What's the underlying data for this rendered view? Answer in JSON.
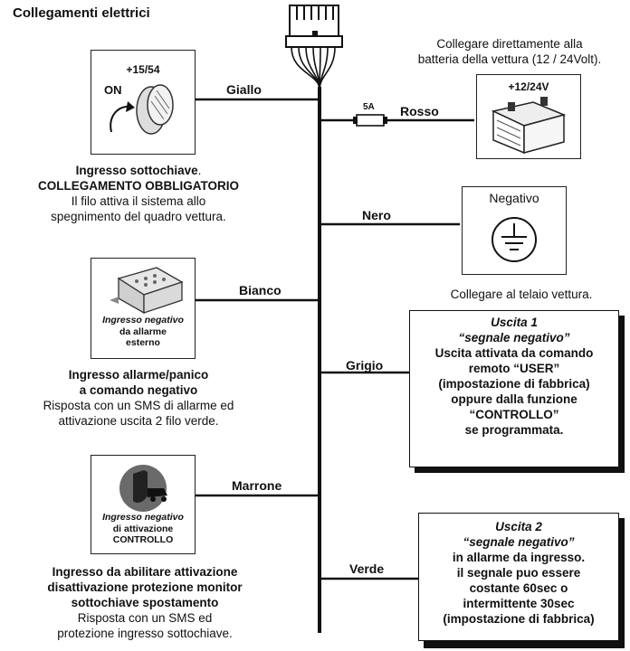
{
  "title": "Collegamenti elettrici",
  "wires": {
    "giallo": "Giallo",
    "rosso": "Rosso",
    "nero": "Nero",
    "bianco": "Bianco",
    "grigio": "Grigio",
    "marrone": "Marrone",
    "verde": "Verde"
  },
  "fuse_label": "5A",
  "ignition": {
    "label_top": "+15/54",
    "label_on": "ON",
    "caption_line1": "Ingresso sottochiave",
    "caption_dot": ".",
    "caption_line2": "COLLEGAMENTO OBBLIGATORIO",
    "caption_line3": "Il filo attiva il sistema allo",
    "caption_line4": "spegnimento del quadro vettura."
  },
  "battery": {
    "note_line1": "Collegare direttamente alla",
    "note_line2": "batteria della vettura (12 / 24Volt).",
    "label": "+12/24V"
  },
  "ground": {
    "label": "Negativo",
    "note": "Collegare al telaio vettura."
  },
  "alarm_input": {
    "box_line1": "Ingresso negativo",
    "box_line2": "da allarme",
    "box_line3": "esterno",
    "caption_line1": "Ingresso allarme/panico",
    "caption_line2": "a comando negativo",
    "caption_line3": "Risposta con un SMS di allarme ed",
    "caption_line4": "attivazione uscita 2 filo verde."
  },
  "control_input": {
    "box_line1": "Ingresso negativo",
    "box_line2": "di attivazione",
    "box_line3": "CONTROLLO",
    "caption_line1": "Ingresso da abilitare attivazione",
    "caption_line2": "disattivazione protezione monitor",
    "caption_line3": "sottochiave spostamento",
    "caption_line4": "Risposta con un SMS ed",
    "caption_line5": "protezione ingresso sottochiave."
  },
  "output1": {
    "line1": "Uscita 1",
    "line2": "“segnale negativo”",
    "line3": "Uscita attivata da comando",
    "line4": "remoto “USER”",
    "line5": "(impostazione di fabbrica)",
    "line6": "oppure dalla funzione",
    "line7": "“CONTROLLO”",
    "line8": "se programmata."
  },
  "output2": {
    "line1": "Uscita 2",
    "line2": "“segnale negativo”",
    "line3": "in allarme da ingresso.",
    "line4": "il segnale puo essere",
    "line5": "costante 60sec o",
    "line6": "intermittente 30sec",
    "line7": "(impostazione di fabbrica)"
  },
  "colors": {
    "line": "#111111",
    "shield": "#3a3a3a",
    "fuse": "#ffffff"
  }
}
